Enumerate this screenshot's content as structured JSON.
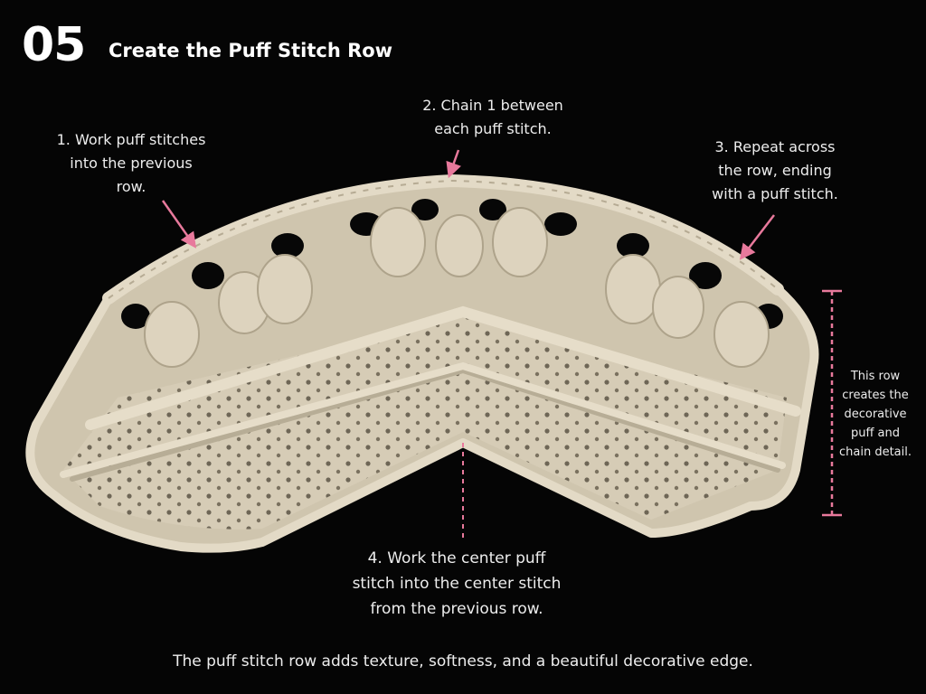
{
  "step": {
    "number": "05",
    "title": "Create the Puff Stitch Row"
  },
  "callouts": [
    "1. Work puff stitches\ninto the previous\nrow.",
    "2. Chain 1 between\neach puff stitch.",
    "3. Repeat across\nthe row, ending\nwith a puff stitch.",
    "4. Work the center puff\nstitch into the center stitch\nfrom the previous row."
  ],
  "side_note": "This row\ncreates the\ndecorative\npuff and\nchain detail.",
  "caption": "The puff stitch row adds texture, softness, and a beautiful decorative edge.",
  "colors": {
    "background": "#050505",
    "yarn": "#d9cfba",
    "yarn_shadow": "#a89d86",
    "accent_pink": "#e8799c"
  }
}
